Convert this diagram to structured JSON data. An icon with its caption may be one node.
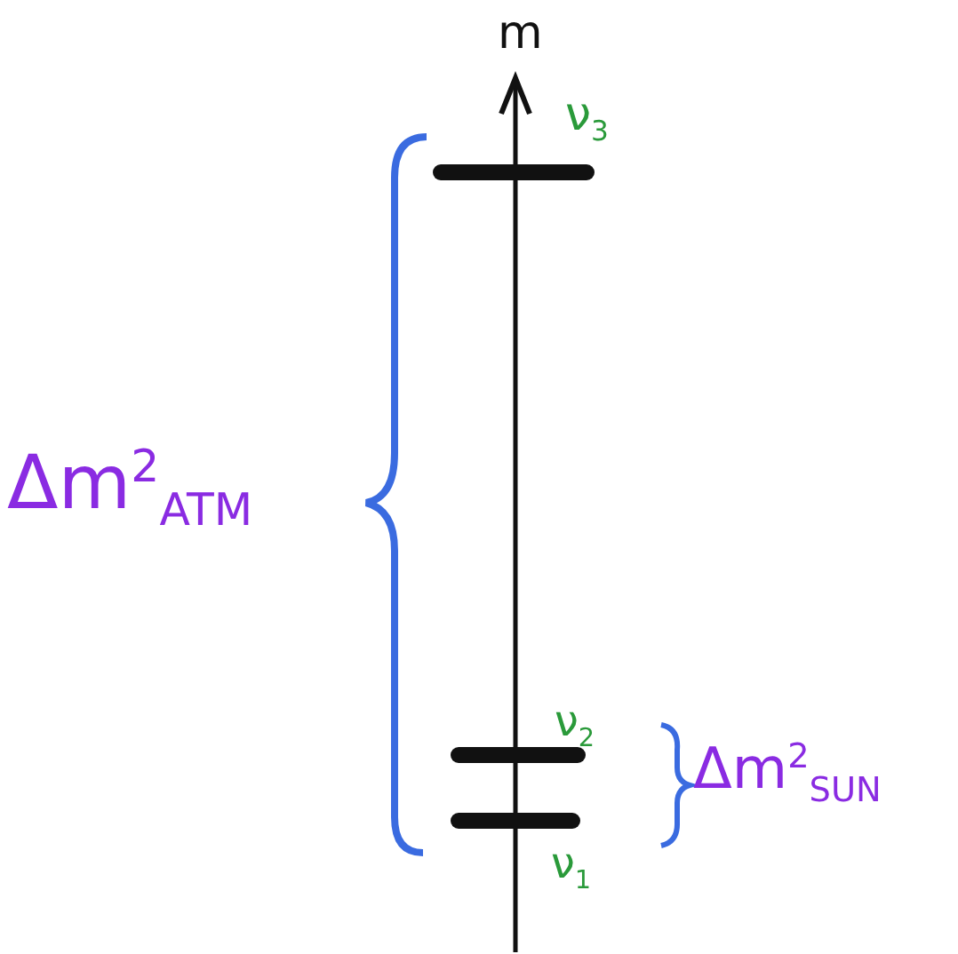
{
  "diagram": {
    "labels": [
      "m",
      "ν$_{3}$",
      "ν$_{2}$",
      "ν$_{1}$",
      "Δm$^{2}$$_{ATM}$",
      "Δm$^{2}$$_{SUN}$"
    ]
  }
}
